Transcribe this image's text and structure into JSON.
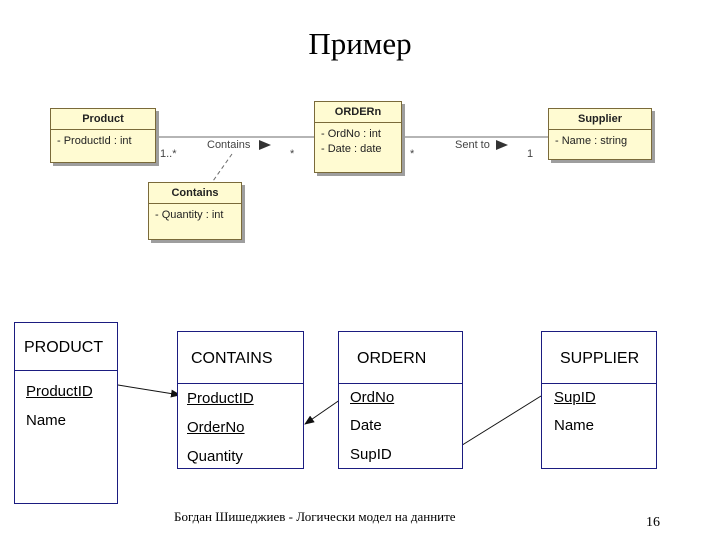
{
  "slide": {
    "title": "Пример",
    "footer": "Богдан Шишеджиев - Логически модел на данните",
    "page_number": "16"
  },
  "uml": {
    "product": {
      "name": "Product",
      "attributes": [
        "- ProductId : int"
      ]
    },
    "ordern": {
      "name": "ORDERn",
      "attributes": [
        "- OrdNo : int",
        "- Date : date"
      ]
    },
    "supplier": {
      "name": "Supplier",
      "attributes": [
        "- Name : string"
      ]
    },
    "contains": {
      "name": "Contains",
      "attributes": [
        "- Quantity : int"
      ]
    },
    "assoc_contains": {
      "label": "Contains",
      "mult_left": "1..*",
      "mult_right": "*"
    },
    "assoc_sent_to": {
      "label": "Sent to",
      "mult_left": "*",
      "mult_right": "1"
    }
  },
  "tables": {
    "product": {
      "name": "PRODUCT",
      "fields": [
        {
          "text": "ProductID",
          "key": true
        },
        {
          "text": "Name",
          "key": false
        }
      ]
    },
    "contains": {
      "name": "CONTAINS",
      "fields": [
        {
          "text": "ProductID",
          "key": true
        },
        {
          "text": "OrderNo",
          "key": true
        },
        {
          "text": "Quantity",
          "key": false
        }
      ]
    },
    "ordern": {
      "name": "ORDERN",
      "fields": [
        {
          "text": "OrdNo",
          "key": true
        },
        {
          "text": "Date",
          "key": false
        },
        {
          "text": "SupID",
          "key": false
        }
      ]
    },
    "supplier": {
      "name": "SUPPLIER",
      "fields": [
        {
          "text": "SupID",
          "key": true
        },
        {
          "text": "Name",
          "key": false
        }
      ]
    }
  },
  "colors": {
    "table_border": "#1b1c80",
    "uml_fill": "#fffbd2",
    "uml_border": "#7a6a3a"
  }
}
